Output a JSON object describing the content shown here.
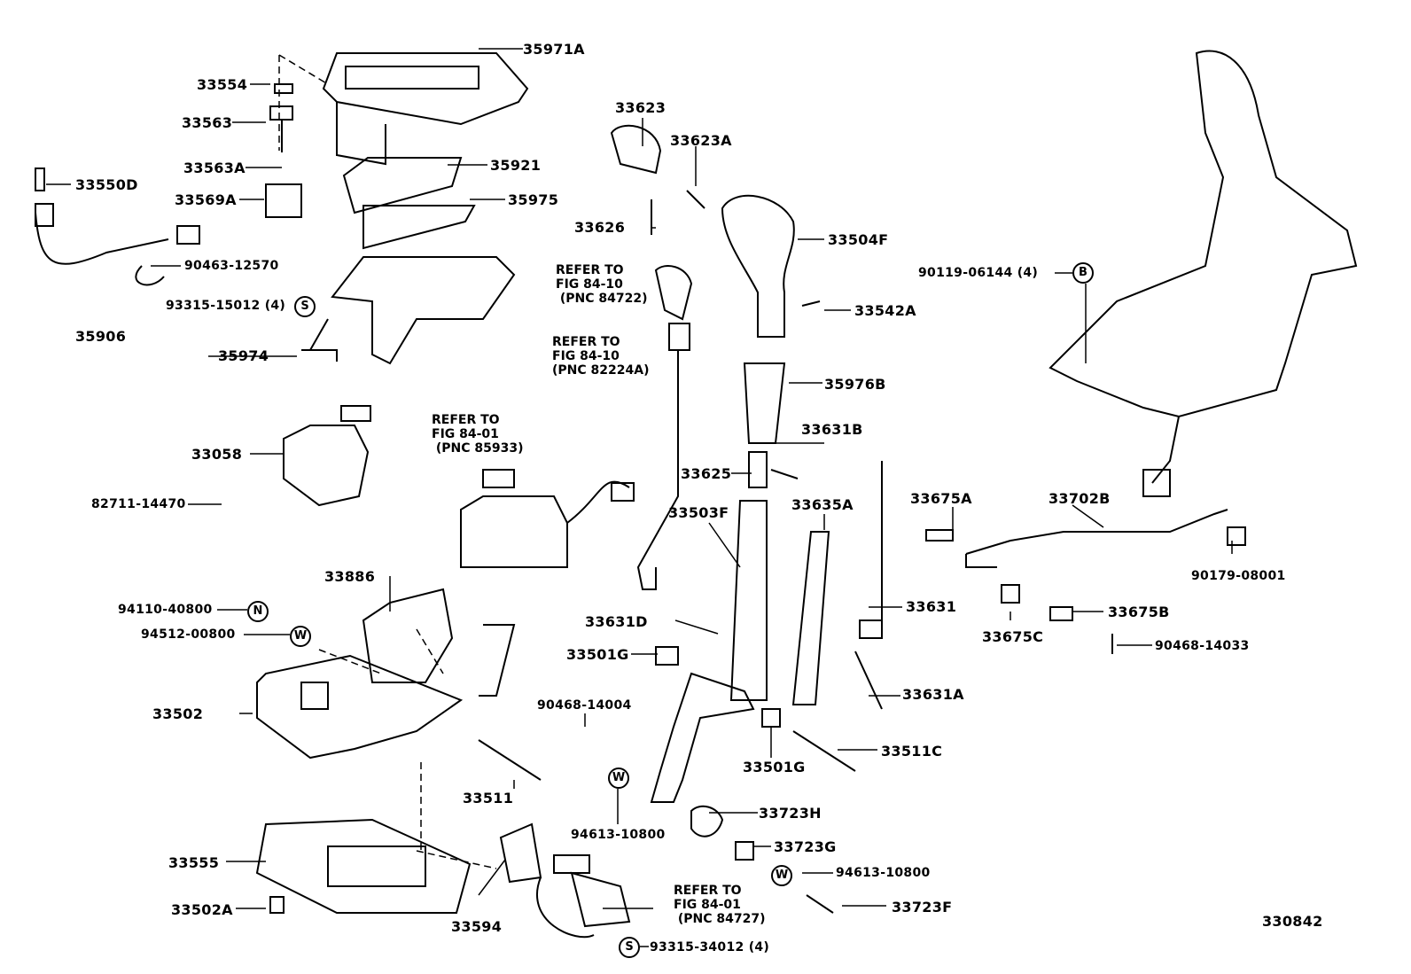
{
  "labels": [
    "35971A",
    "33554",
    "33563",
    "33563A",
    "33550D",
    "33569A",
    "35921",
    "35975",
    "90463-12570",
    "93315-15012 (4)",
    "35906",
    "35974",
    "33058",
    "82711-14470",
    "33623",
    "33623A",
    "33626",
    "33504F",
    "33542A",
    "35976B",
    "33631B",
    "33625",
    "33503F",
    "33635A",
    "33631",
    "33631A",
    "33631D",
    "33501G",
    "33501G",
    "33511C",
    "90468-14004",
    "33511",
    "94613-10800",
    "33723H",
    "33723G",
    "94613-10800",
    "33723F",
    "93315-34012 (4)",
    "33594",
    "33555",
    "33502A",
    "33502",
    "94110-40800",
    "94512-00800",
    "33886",
    "90119-06144 (4)",
    "33675A",
    "33702B",
    "90179-08001",
    "33675B",
    "33675C",
    "90468-14033",
    "330842"
  ],
  "references": [
    "REFER TO\nFIG 84-10\n (PNC 84722)",
    "REFER TO\nFIG 84-10\n(PNC 82224A)",
    "REFER TO\nFIG 84-01\n (PNC 85933)",
    "REFER TO\nFIG 84-01\n (PNC 84727)"
  ],
  "markers": [
    "S",
    "N",
    "W",
    "W",
    "W",
    "S",
    "B"
  ]
}
